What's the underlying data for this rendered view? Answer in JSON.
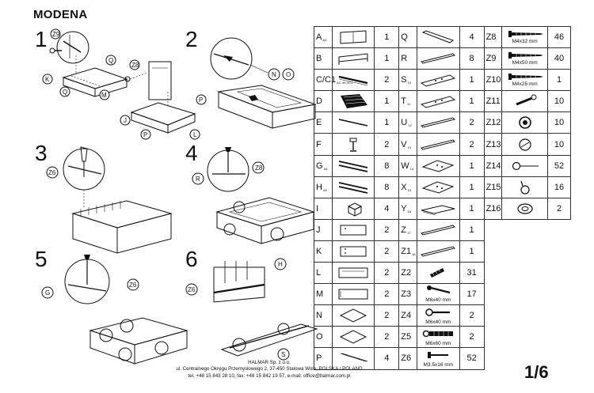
{
  "title": "MODENA",
  "steps": [
    {
      "number": "1",
      "callouts": [
        "Z9",
        "Q",
        "K",
        "Q",
        "M",
        "Z8",
        "P",
        "J",
        "P",
        "L"
      ]
    },
    {
      "number": "2",
      "callouts": [
        "N",
        "O"
      ]
    },
    {
      "number": "3",
      "callouts": [
        "Z6"
      ]
    },
    {
      "number": "4",
      "callouts": [
        "Z8",
        "R"
      ]
    },
    {
      "number": "5",
      "callouts": [
        "Z6",
        "G"
      ]
    },
    {
      "number": "6",
      "callouts": [
        "H",
        "Z6",
        "S"
      ]
    }
  ],
  "parts_col1": [
    {
      "letter": "A",
      "sub": "A3",
      "qty": "1",
      "icon": "headboard-panel-icon"
    },
    {
      "letter": "B",
      "sub": "",
      "qty": "1",
      "icon": "footboard-panel-icon"
    },
    {
      "letter": "C/C1",
      "sub": "AC 4R-9C1",
      "qty": "2",
      "icon": "side-rail-icon"
    },
    {
      "letter": "D",
      "sub": "",
      "qty": "1",
      "icon": "slatted-base-icon"
    },
    {
      "letter": "E",
      "sub": "",
      "qty": "1",
      "icon": "long-bar-icon"
    },
    {
      "letter": "F",
      "sub": "",
      "qty": "2",
      "icon": "support-leg-icon"
    },
    {
      "letter": "G",
      "sub": "A6",
      "qty": "8",
      "icon": "slat-pair-icon"
    },
    {
      "letter": "H",
      "sub": "A9",
      "qty": "8",
      "icon": "slat-pair-icon"
    },
    {
      "letter": "I",
      "sub": "",
      "qty": "4",
      "icon": "cube-block-icon"
    },
    {
      "letter": "J",
      "sub": "",
      "qty": "2",
      "icon": "drawer-front-icon"
    },
    {
      "letter": "K",
      "sub": "",
      "qty": "2",
      "icon": "drawer-side-icon"
    },
    {
      "letter": "L",
      "sub": "",
      "qty": "2",
      "icon": "drawer-back-icon"
    },
    {
      "letter": "M",
      "sub": "",
      "qty": "2",
      "icon": "drawer-panel-icon"
    },
    {
      "letter": "N",
      "sub": "",
      "qty": "2",
      "icon": "drawer-bottom-icon"
    },
    {
      "letter": "O",
      "sub": "",
      "qty": "2",
      "icon": "drawer-bottom-icon"
    },
    {
      "letter": "P",
      "sub": "",
      "qty": "4",
      "icon": "thin-strip-icon"
    }
  ],
  "parts_col2": [
    {
      "letter": "Q",
      "sub": "",
      "qty": "4",
      "icon": "angled-board-icon"
    },
    {
      "letter": "R",
      "sub": "",
      "qty": "8",
      "icon": "flat-rail-icon"
    },
    {
      "letter": "S",
      "sub": "10",
      "qty": "1",
      "icon": "bracket-plate-icon"
    },
    {
      "letter": "T",
      "sub": "11",
      "qty": "1",
      "icon": "bracket-plate-icon"
    },
    {
      "letter": "U",
      "sub": "12",
      "qty": "2",
      "icon": "flat-rail-icon"
    },
    {
      "letter": "V",
      "sub": "13",
      "qty": "2",
      "icon": "flat-rail-icon"
    },
    {
      "letter": "W",
      "sub": "14",
      "qty": "1",
      "icon": "corner-plate-icon"
    },
    {
      "letter": "X",
      "sub": "15",
      "qty": "1",
      "icon": "corner-plate-icon"
    },
    {
      "letter": "Y",
      "sub": "16",
      "qty": "1",
      "icon": "tray-plate-icon"
    },
    {
      "letter": "Z",
      "sub": "17",
      "qty": "1",
      "icon": "flat-rail-icon"
    },
    {
      "letter": "Z1",
      "sub": "18",
      "qty": "1",
      "icon": "flat-rail-icon"
    },
    {
      "letter": "Z2",
      "sub": "",
      "qty": "31",
      "icon": "wooden-dowel-icon",
      "dim": ""
    },
    {
      "letter": "Z3",
      "sub": "",
      "qty": "17",
      "icon": "bolt-icon",
      "dim": "M6x40 mm"
    },
    {
      "letter": "Z4",
      "sub": "",
      "qty": "2",
      "icon": "bolt-washer-icon",
      "dim": "M6x40 mm"
    },
    {
      "letter": "Z5",
      "sub": "",
      "qty": "2",
      "icon": "long-bolt-icon",
      "dim": "M6x60 mm"
    },
    {
      "letter": "Z6",
      "sub": "",
      "qty": "52",
      "icon": "small-screw-icon",
      "dim": "M3.5x16 mm"
    }
  ],
  "parts_col3": [
    {
      "letter": "Z8",
      "sub": "",
      "qty": "46",
      "icon": "wood-screw-icon",
      "dim": "M4x32 mm"
    },
    {
      "letter": "Z9",
      "sub": "",
      "qty": "40",
      "icon": "wood-screw-icon",
      "dim": "M4x50 mm"
    },
    {
      "letter": "Z10",
      "sub": "",
      "qty": "1",
      "icon": "wood-screw-icon",
      "dim": "M4x25 mm"
    },
    {
      "letter": "Z11",
      "sub": "",
      "qty": "10",
      "icon": "connector-pin-icon",
      "dim": ""
    },
    {
      "letter": "Z12",
      "sub": "",
      "qty": "10",
      "icon": "cam-lock-icon",
      "dim": ""
    },
    {
      "letter": "Z13",
      "sub": "",
      "qty": "10",
      "icon": "plastic-cap-icon",
      "dim": ""
    },
    {
      "letter": "Z14",
      "sub": "",
      "qty": "52",
      "icon": "nail-icon",
      "dim": ""
    },
    {
      "letter": "Z15",
      "sub": "",
      "qty": "16",
      "icon": "hook-ring-icon",
      "dim": ""
    },
    {
      "letter": "Z16",
      "sub": "",
      "qty": "2",
      "icon": "round-washer-icon",
      "dim": ""
    }
  ],
  "footer": {
    "company": "HALMAR Sp. z o.o.",
    "address": "ul. Centralnego Okręgu Przemysłowego 2, 37-450 Stalowa Wola, POLSKA / POLAND",
    "contact": "tel. +48 15 843 28 10, fax: +48 15 842 19 57, e-mail: office@halmar.com.pl"
  },
  "page_number": "1/6"
}
